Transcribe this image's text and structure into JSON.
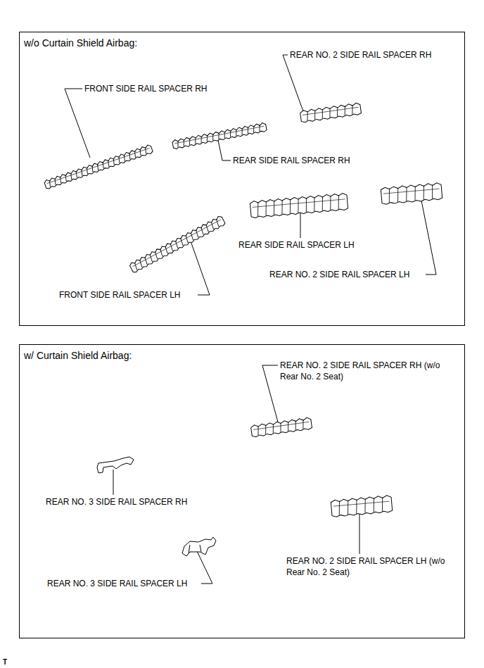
{
  "diagram": {
    "nodes": [
      {
        "text": [
          "w/o Curtain Shield Airbag:"
        ]
      },
      {
        "text": [
          "w/ Curtain Shield Airbag:"
        ]
      }
    ],
    "labels": [
      "REAR NO. 2 SIDE RAIL SPACER RH",
      "FRONT SIDE RAIL SPACER RH",
      "REAR SIDE RAIL SPACER RH",
      "REAR SIDE RAIL SPACER LH",
      "REAR NO. 2 SIDE RAIL SPACER LH",
      "FRONT SIDE RAIL SPACER LH",
      "REAR NO. 2 SIDE RAIL SPACER RH (w/o Rear No. 2 Seat)",
      "REAR NO. 3 SIDE RAIL SPACER RH",
      "REAR NO. 2 SIDE RAIL SPACER LH (w/o Rear No. 2 Seat)",
      "REAR NO. 3 SIDE RAIL SPACER LH",
      "T"
    ]
  }
}
